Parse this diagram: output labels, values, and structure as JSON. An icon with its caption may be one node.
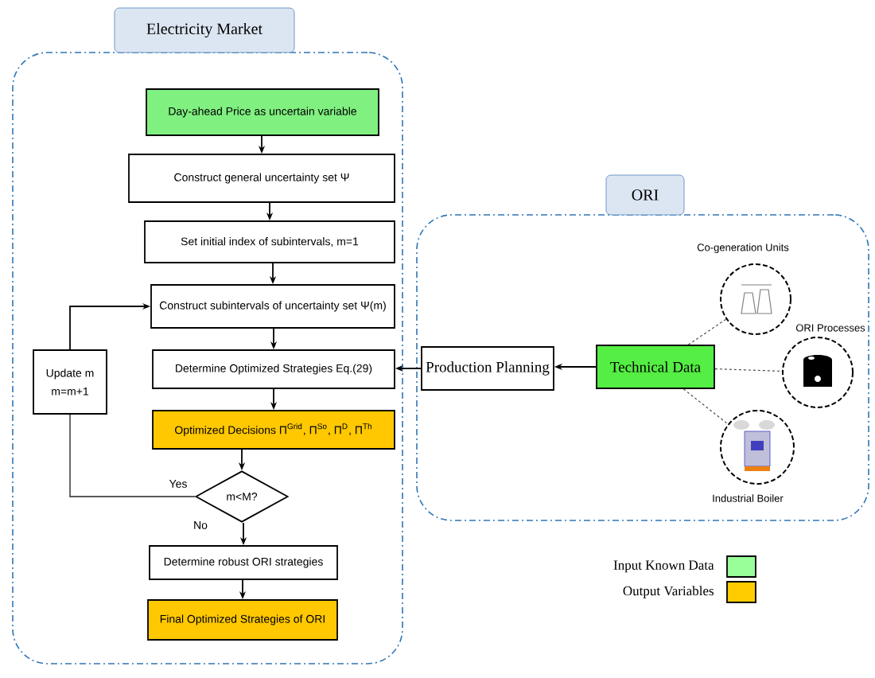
{
  "diagram": {
    "nodes": [
      {
        "text": [
          "Electricity Market"
        ]
      },
      {
        "text": [
          "Day-ahead Price as uncertain variable"
        ],
        "in": 0
      },
      {
        "text": [
          "Construct general uncertainty set Ψ"
        ],
        "in": 0
      },
      {
        "text": [
          "Set initial index of subintervals, m=1"
        ],
        "in": 0
      },
      {
        "text": [
          "Construct subintervals of uncertainty set Ψ(m)"
        ],
        "in": 0
      },
      {
        "text": [
          "Determine Optimized Strategies Eq.(29)"
        ],
        "in": 0
      },
      {
        "text": [
          "Optimized Decisions Π$^{Grid}$, Π$^{So}$, Π$^{D}$, Π$^{Th}$"
        ],
        "in": 0
      },
      {
        "text": [
          "m<M?"
        ],
        "in": 0
      },
      {
        "text": [
          "Update m",
          "m=m+1"
        ],
        "in": 0
      },
      {
        "text": [
          "Determine robust ORI strategies"
        ],
        "in": 0
      },
      {
        "text": [
          "Final Optimized Strategies of ORI"
        ],
        "in": 0
      },
      {
        "text": [
          "ORI"
        ]
      },
      {
        "text": [
          "Production Planning"
        ],
        "in": 11
      },
      {
        "text": [
          "Technical Data"
        ],
        "in": 11
      },
      {
        "text": [],
        "shape": "circle",
        "beside": [
          "Co-generation Units"
        ],
        "in": 11
      },
      {
        "text": [],
        "shape": "circle",
        "beside": [
          "ORI Processes"
        ],
        "in": 11
      },
      {
        "text": [],
        "shape": "circle",
        "beside": [
          "Industrial Boiler"
        ],
        "in": 11
      }
    ],
    "edges": [
      {
        "from": 1,
        "to": 2,
        "arrow": "to"
      },
      {
        "from": 2,
        "to": 3,
        "arrow": "to"
      },
      {
        "from": 3,
        "to": 4,
        "arrow": "to"
      },
      {
        "from": 4,
        "to": 5,
        "arrow": "to"
      },
      {
        "from": 5,
        "to": 6,
        "arrow": "to"
      },
      {
        "from": 6,
        "to": 7,
        "arrow": "to"
      },
      {
        "from": 7,
        "to": 9,
        "arrow": "to",
        "label": "No"
      },
      {
        "from": 9,
        "to": 10,
        "arrow": "to"
      },
      {
        "from": 7,
        "to": 8,
        "arrow": "none",
        "label": "Yes"
      },
      {
        "from": 8,
        "to": 4,
        "arrow": "to"
      },
      {
        "from": 13,
        "to": 12,
        "arrow": "to"
      },
      {
        "from": 12,
        "to": 5,
        "arrow": "to"
      },
      {
        "from": 13,
        "to": 14,
        "arrow": "none",
        "style": "dashed"
      },
      {
        "from": 13,
        "to": 15,
        "arrow": "none",
        "style": "dashed"
      },
      {
        "from": 13,
        "to": 16,
        "arrow": "none",
        "style": "dashed"
      }
    ],
    "legend": [
      {
        "text": "Input Known Data",
        "color": "#99ff99"
      },
      {
        "text": "Output Variables",
        "color": "#ffcc00"
      }
    ]
  }
}
